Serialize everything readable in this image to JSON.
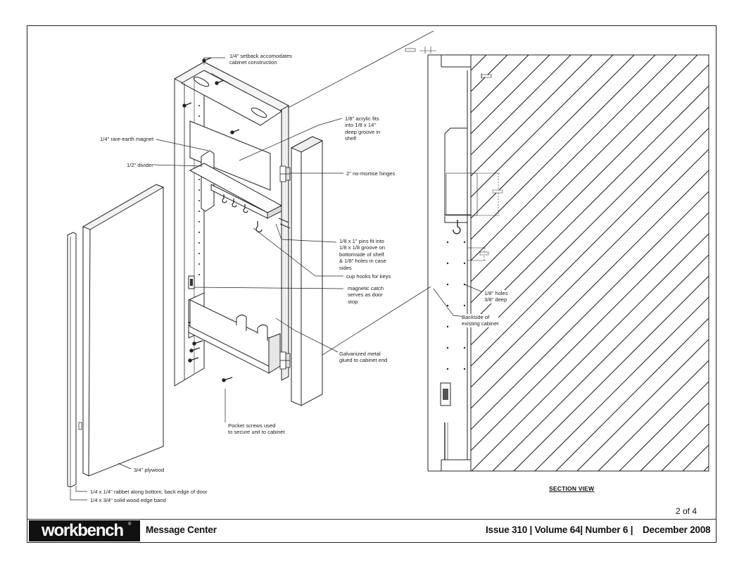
{
  "callouts": {
    "setback": "1/4\" setback accomodates\ncabinet construction",
    "acrylic": "1/8\" acrylic fits\ninto 1/8 x 14\"\ndeep groove in\nshelf",
    "magnet": "1/4\" rare-earth magnet",
    "divider": "1/2\" divider",
    "hinges": "2\" no-mortise hinges",
    "pins": "1/8 x 1\" pins fit into\n1/8 x 1/8 groove on\nbottomside of shelf\n& 1/8\" holes in case\nsides",
    "cup_hooks": "cup hooks for keys",
    "catch": "magnetic catch\nserves as door\nstop",
    "galvanized": "Galvanized metal\nglued to cabinet end",
    "pocket_screws": "Pocket screws used\nto secure unit to cabinet",
    "plywood": "3/4\" plywood",
    "rabbet": "1/4 x 1/4\" rabbet along bottom, back edge of door",
    "edge_band": "1/4 x 3/4\" solid wood edge band",
    "holes": "1/8\" holes\n3/8\" deep",
    "backside": "Backside of\nexisting cabinet"
  },
  "section_title": "SECTION VIEW",
  "page_number": "2 of 4",
  "footer": {
    "logo": "workbench",
    "logo_mark": "®",
    "title": "Message Center",
    "issue": "Issue 310 | Volume 64| Number 6 |",
    "date": "December 2008"
  }
}
